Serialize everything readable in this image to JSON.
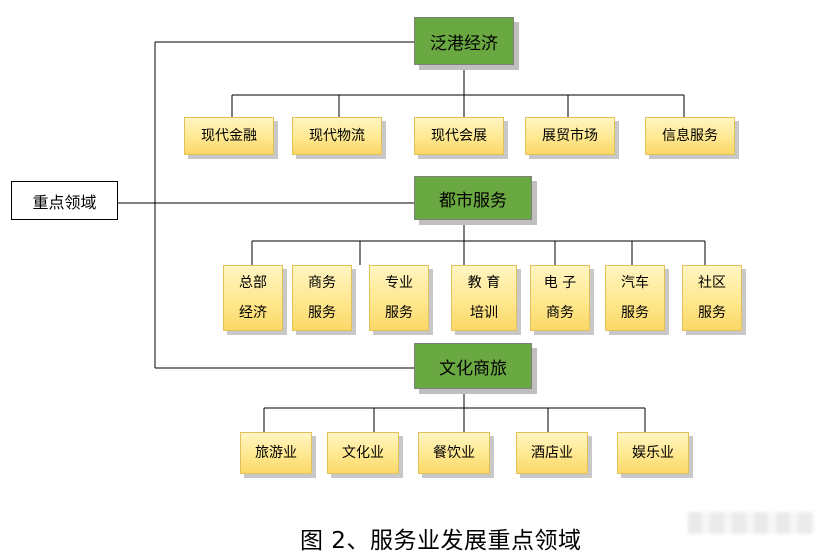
{
  "root": {
    "label": "重点领域"
  },
  "categories": [
    {
      "label": "泛港经济",
      "items": [
        "现代金融",
        "现代物流",
        "现代会展",
        "展贸市场",
        "信息服务"
      ]
    },
    {
      "label": "都市服务",
      "items": [
        [
          "总部",
          "经济"
        ],
        [
          "商务",
          "服务"
        ],
        [
          "专业",
          "服务"
        ],
        [
          "教 育",
          "培训"
        ],
        [
          "电 子",
          "商务"
        ],
        [
          "汽车",
          "服务"
        ],
        [
          "社区",
          "服务"
        ]
      ]
    },
    {
      "label": "文化商旅",
      "items": [
        "旅游业",
        "文化业",
        "餐饮业",
        "酒店业",
        "娱乐业"
      ]
    }
  ],
  "caption": "图 2、服务业发展重点领域",
  "colors": {
    "category_fill": "#6aa842",
    "leaf_fill": "#ffe88f",
    "line": "#000000"
  }
}
